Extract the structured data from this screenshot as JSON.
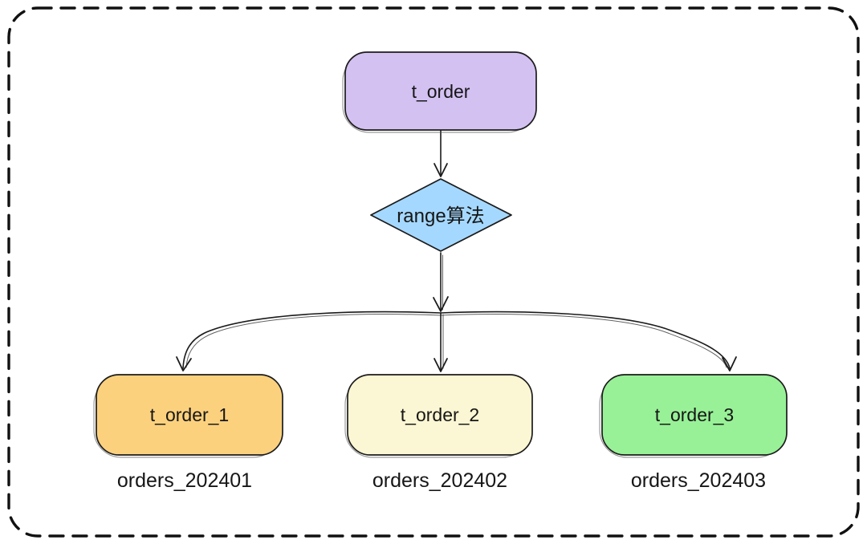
{
  "diagram": {
    "background": "#ffffff",
    "border_color": "#111111",
    "stroke_color": "#1b1b1b",
    "root_node": {
      "label": "t_order",
      "fill": "#d3c1f2"
    },
    "decision_node": {
      "label": "range算法",
      "fill": "#a5d8ff"
    },
    "shard_nodes": [
      {
        "label": "t_order_1",
        "fill": "#fcd17e",
        "caption": "orders_202401"
      },
      {
        "label": "t_order_2",
        "fill": "#fbf6d3",
        "caption": "orders_202402"
      },
      {
        "label": "t_order_3",
        "fill": "#98f197",
        "caption": "orders_202403"
      }
    ]
  }
}
